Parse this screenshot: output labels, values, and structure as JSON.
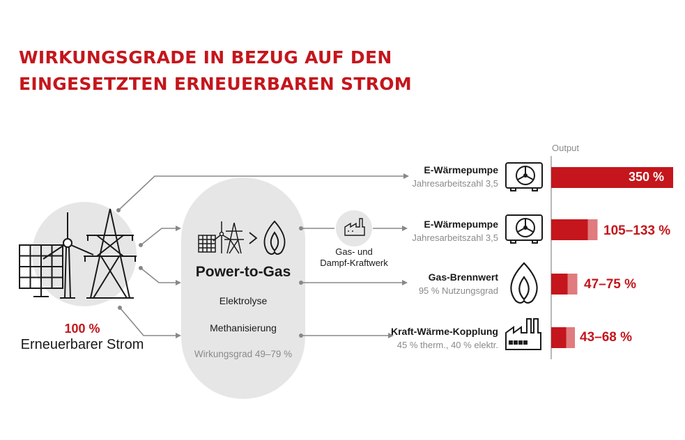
{
  "title": {
    "line1": "WIRKUNGSGRADE IN BEZUG AUF DEN",
    "line2": "EINGESETZTEN ERNEUERBAREN STROM"
  },
  "source": {
    "percent": "100 %",
    "label": "Erneuerbarer Strom"
  },
  "ptg": {
    "title": "Power-to-Gas",
    "step1": "Elektrolyse",
    "step2": "Methanisierung",
    "efficiency": "Wirkungsgrad 49–79 %"
  },
  "plant": {
    "line1": "Gas- und",
    "line2": "Dampf-Kraftwerk"
  },
  "output_header": "Output",
  "rows": [
    {
      "name": "E-Wärmepumpe",
      "detail": "Jahresarbeitszahl 3,5",
      "value_label": "350 %",
      "min": 350,
      "max": 350,
      "icon": "heat-pump-icon"
    },
    {
      "name": "E-Wärmepumpe",
      "detail": "Jahresarbeitszahl 3,5",
      "value_label": "105–133 %",
      "min": 105,
      "max": 133,
      "icon": "heat-pump-icon"
    },
    {
      "name": "Gas-Brennwert",
      "detail": "95 % Nutzungsgrad",
      "value_label": "47–75 %",
      "min": 47,
      "max": 75,
      "icon": "flame-icon"
    },
    {
      "name": "Kraft-Wärme-Kopplung",
      "detail": "45 % therm., 40 % elektr.",
      "value_label": "43–68 %",
      "min": 43,
      "max": 68,
      "icon": "factory-icon"
    }
  ],
  "colors": {
    "accent": "#c4161c",
    "accent_light": "#e07b7f",
    "circle": "#e6e6e6",
    "arrow": "#888888"
  }
}
